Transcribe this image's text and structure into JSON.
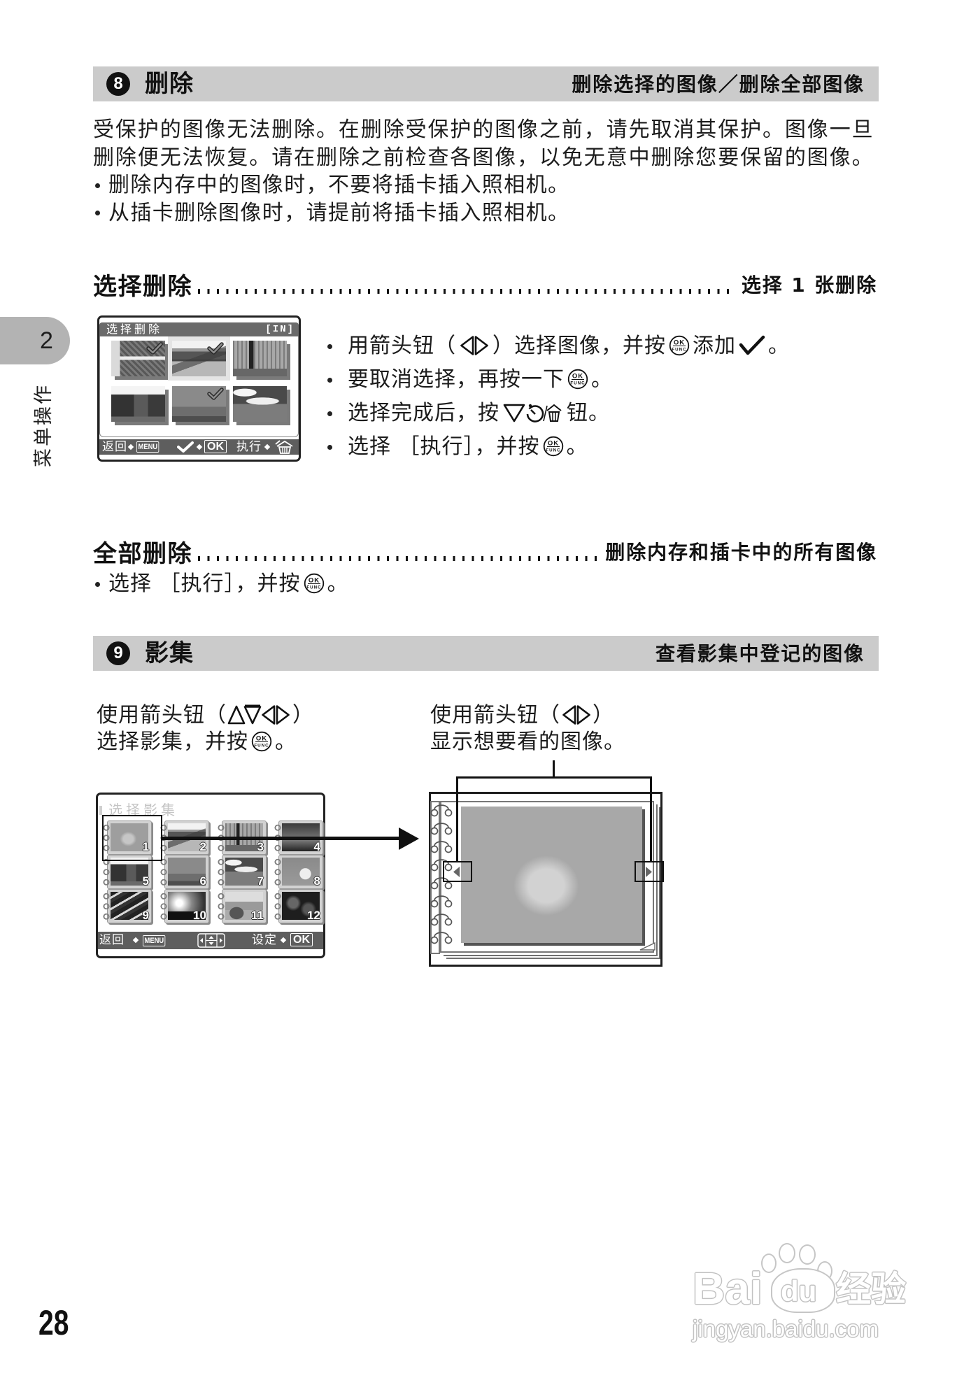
{
  "side_tab": {
    "chapter_number": "2",
    "chapter_label": "菜单操作"
  },
  "icons": {
    "ok_func": {
      "name": "ok-func-button-icon",
      "top": "OK",
      "bottom": "FUNC"
    },
    "arrows_lr": "left-right-arrow-buttons-icon",
    "arrows_all": "up-down-left-right-arrow-buttons-icon",
    "check": "checkmark-icon",
    "erase_button": "down-selftimer-erase-button-icon",
    "trash": "trash-icon",
    "dpad": "four-way-arrow-pad-icon"
  },
  "section_8": {
    "number": "8",
    "title": "删除",
    "subtitle": "删除选择的图像／删除全部图像",
    "intro_lines": [
      "受保护的图像无法删除。在删除受保护的图像之前，请先取消其保护。图像一旦",
      "删除便无法恢复。请在删除之前检查各图像，以免无意中删除您要保留的图像。"
    ],
    "notes": [
      "删除内存中的图像时，不要将插卡插入照相机。",
      "从插卡删除图像时，请提前将插卡插入照相机。"
    ],
    "select_delete": {
      "title": "选择删除",
      "summary": "选择 1 张删除",
      "screen": {
        "title": "选择删除",
        "memory": "[IN]",
        "thumbnails": [
          {
            "checked": true,
            "cursor": false
          },
          {
            "checked": true,
            "cursor": true
          },
          {
            "checked": false,
            "cursor": false
          },
          {
            "checked": false,
            "cursor": false
          },
          {
            "checked": true,
            "cursor": false
          },
          {
            "checked": false,
            "cursor": false
          }
        ],
        "footer": {
          "back": "返回",
          "menu": "MENU",
          "ok": "OK",
          "execute": "执行"
        }
      },
      "steps": [
        {
          "t1": "用箭头钮（",
          "t2": "）选择图像，并按",
          "t3": "添加",
          "t4": "。"
        },
        {
          "t1": "要取消选择，再按一下",
          "t2": "。"
        },
        {
          "t1": "选择完成后，按",
          "t2": "钮。"
        },
        {
          "t1": "选择 ［执行］，并按",
          "t2": "。"
        }
      ]
    },
    "delete_all": {
      "title": "全部删除",
      "summary": "删除内存和插卡中的所有图像",
      "step": {
        "t1": "选择 ［执行］，并按",
        "t2": "。"
      }
    }
  },
  "section_9": {
    "number": "9",
    "title": "影集",
    "subtitle": "查看影集中登记的图像",
    "left_instruction": {
      "line1_pre": "使用箭头钮（",
      "line1_post": "）",
      "line2_pre": "选择影集，并按",
      "line2_post": "。"
    },
    "right_instruction": {
      "line1_pre": "使用箭头钮（",
      "line1_post": "）",
      "line2": "显示想要看的图像。"
    },
    "album_screen": {
      "title": "选择影集",
      "albums": [
        "1",
        "2",
        "3",
        "4",
        "5",
        "6",
        "7",
        "8",
        "9",
        "10",
        "11",
        "12"
      ],
      "selected_album": "1",
      "footer": {
        "back": "返回",
        "menu": "MENU",
        "set": "设定",
        "ok": "OK"
      }
    }
  },
  "page_number": "28",
  "watermark": {
    "brand_a": "Bai",
    "brand_b": "du",
    "brand_c": "经验",
    "url": "jingyan.baidu.com"
  }
}
